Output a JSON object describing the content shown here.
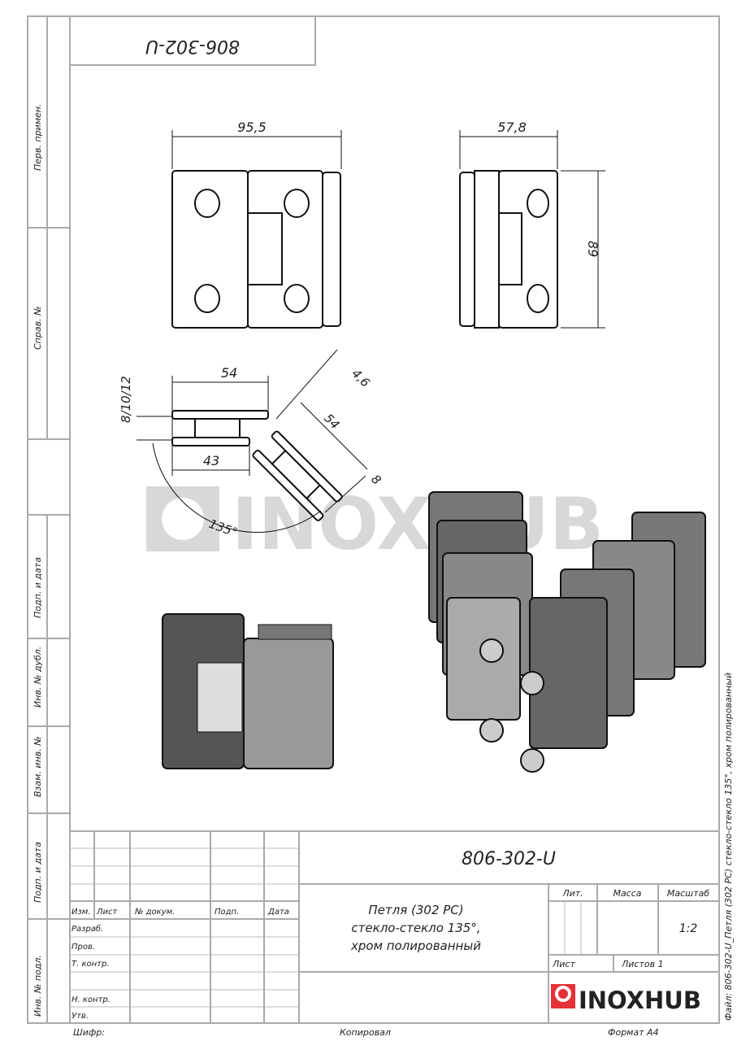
{
  "top_code": "806-302-U",
  "side_labels": [
    "Перв. примен.",
    "Справ. №",
    "Подп. и дата",
    "Инв. № дубл.",
    "Взам. инв. №",
    "Подп. и дата",
    "Инв. № подл."
  ],
  "dimensions": {
    "front_width": "95,5",
    "side_width": "57,8",
    "height": "89",
    "top_length": "54",
    "inner_length": "43",
    "glass": "8/10/12",
    "gap": "4,6",
    "angled_length": "54",
    "angled_thick": "8",
    "angle": "135°"
  },
  "watermark": "INOXHUB",
  "title_block": {
    "code": "806-302-U",
    "headers": [
      "Изм.",
      "Лист",
      "№ докум.",
      "Подп.",
      "Дата"
    ],
    "roles": [
      "Разраб.",
      "Пров.",
      "Т. контр.",
      "Н. контр.",
      "Утв."
    ],
    "description": [
      "Петля (302 PC)",
      "стекло-стекло 135°,",
      "хром полированный"
    ],
    "lit": "Лит.",
    "mass": "Масса",
    "scale_label": "Масштаб",
    "scale": "1:2",
    "sheet": "Лист",
    "sheets": "Листов 1",
    "logo": "INOXHUB",
    "cipher": "Шифр:",
    "copied": "Копировал",
    "format": "Формат А4",
    "file": "Файл: 806-302-U_Петля (302 PC) стекло-стекло 135°, хром полированный"
  },
  "colors": {
    "brand": "#e53238",
    "line": "#aaaaaa"
  }
}
